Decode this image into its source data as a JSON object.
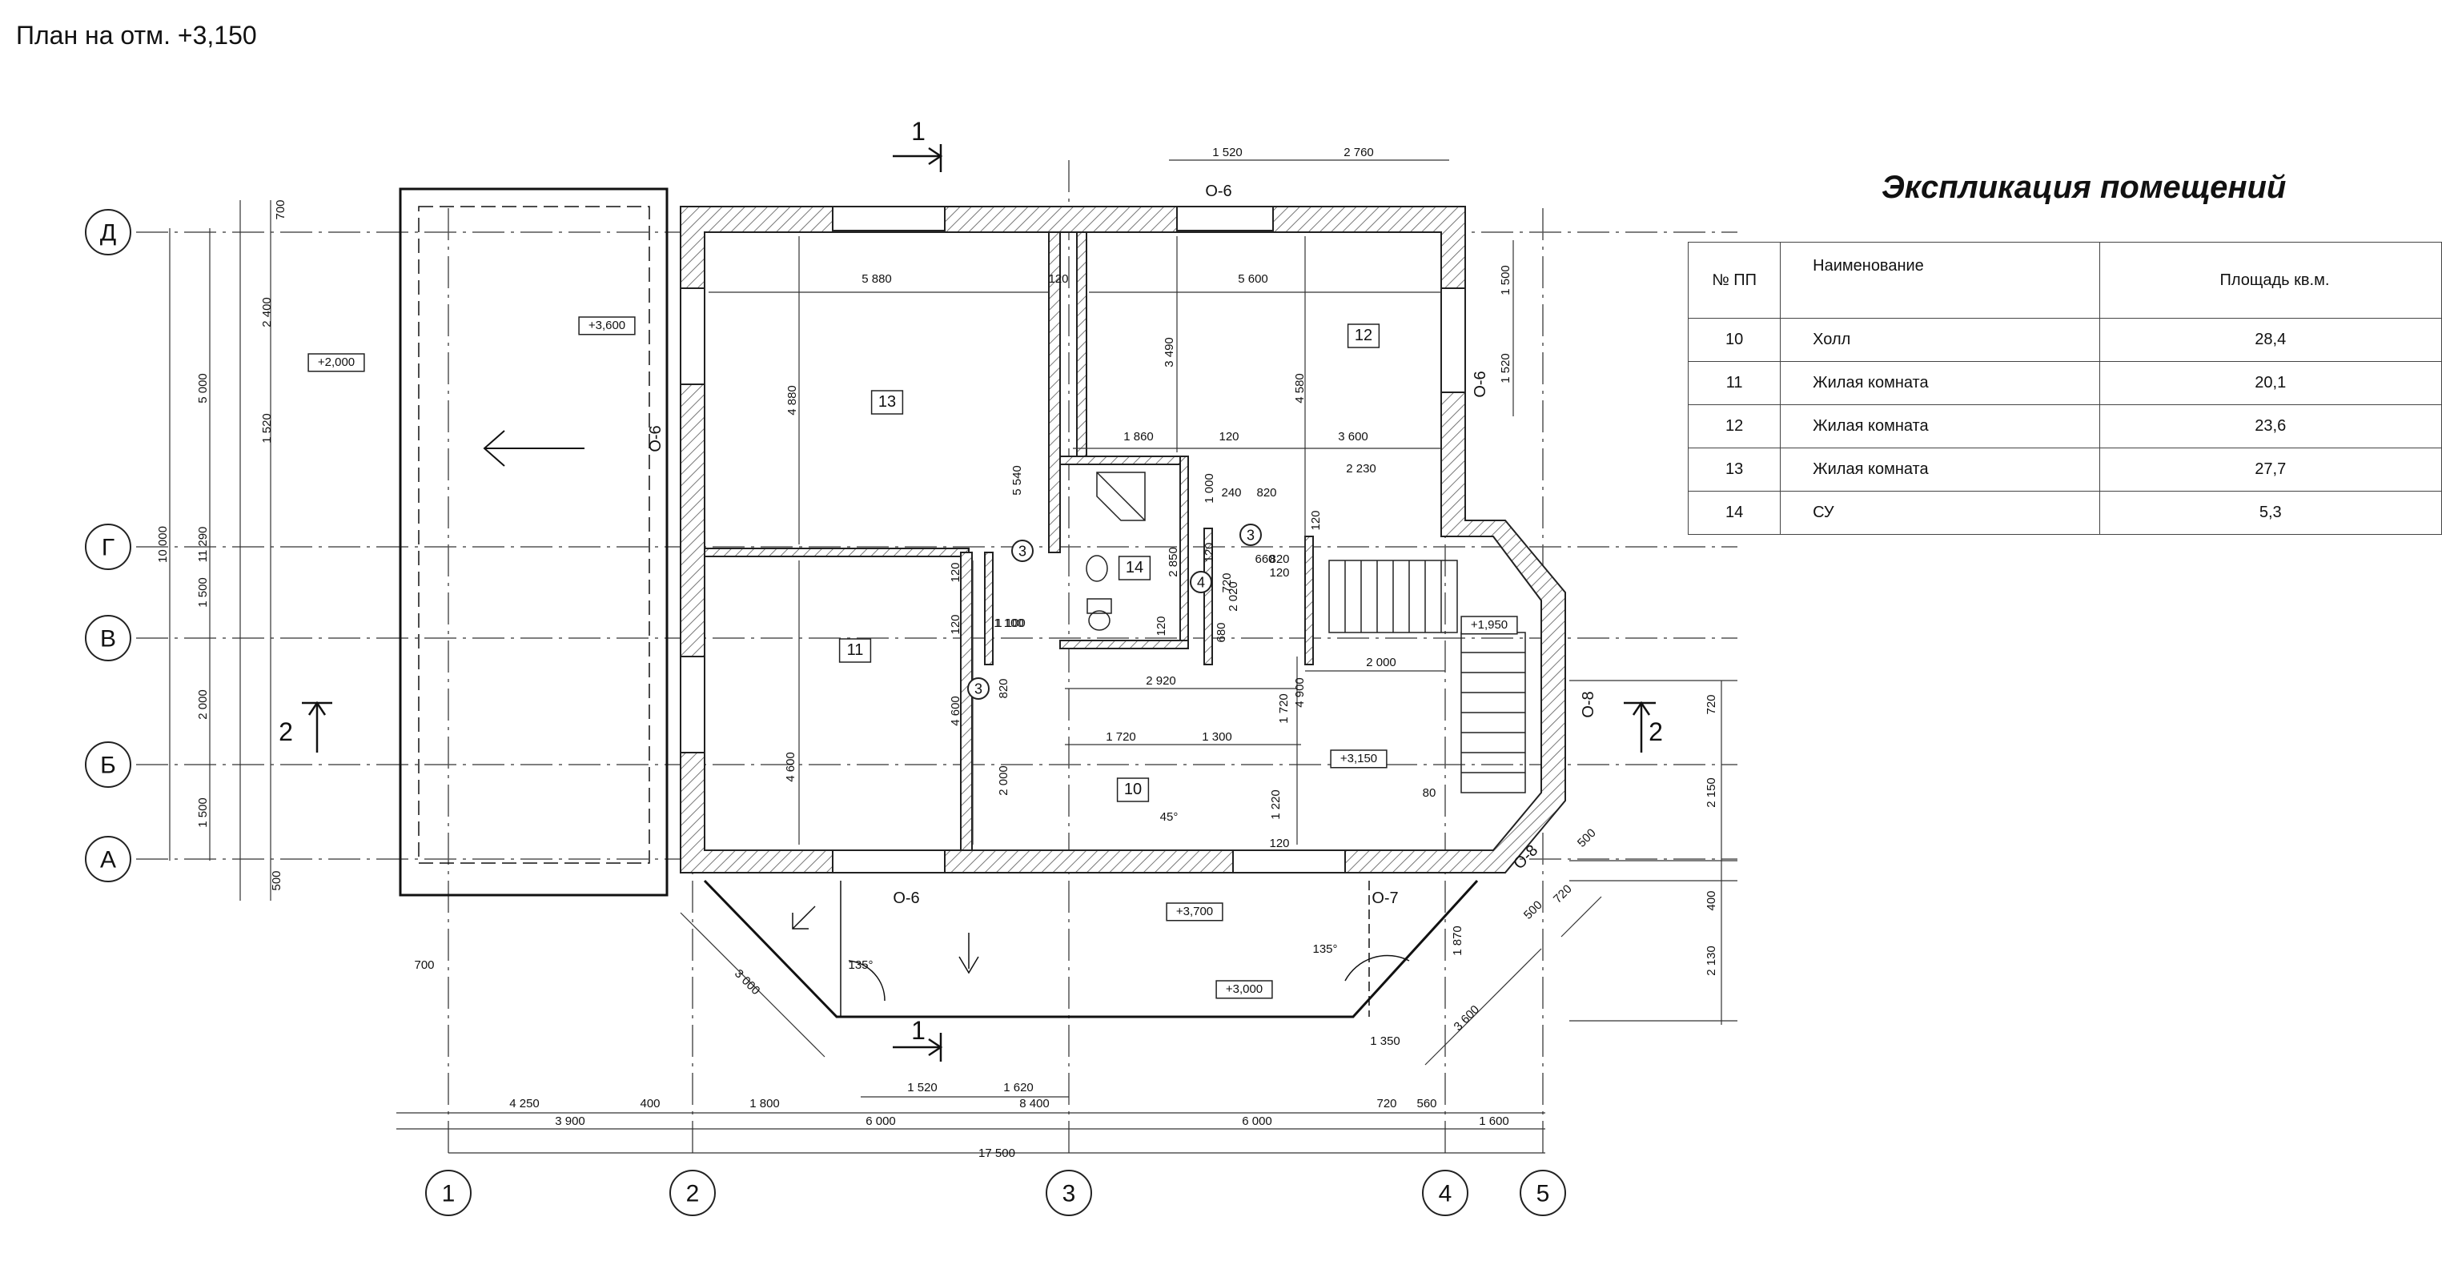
{
  "title": "План на отм. +3,150",
  "explication": {
    "title": "Экспликация помещений",
    "headers": [
      "№ ПП",
      "Наименование",
      "Площадь кв.м."
    ],
    "rows": [
      {
        "no": "10",
        "name": "Холл",
        "area": "28,4"
      },
      {
        "no": "11",
        "name": "Жилая комната",
        "area": "20,1"
      },
      {
        "no": "12",
        "name": "Жилая комната",
        "area": "23,6"
      },
      {
        "no": "13",
        "name": "Жилая комната",
        "area": "27,7"
      },
      {
        "no": "14",
        "name": "СУ",
        "area": "5,3"
      }
    ]
  },
  "axes": {
    "vertical": [
      "1",
      "2",
      "3",
      "4",
      "5"
    ],
    "horizontal": [
      "Д",
      "Г",
      "В",
      "Б",
      "А"
    ]
  },
  "rooms": [
    "10",
    "11",
    "12",
    "13",
    "14"
  ],
  "wall_marks": [
    "О-6",
    "О-6",
    "О-6",
    "О-6",
    "О-7",
    "О-8",
    "О-8"
  ],
  "door_marks": [
    "3",
    "3",
    "3",
    "3",
    "4"
  ],
  "levels": [
    "+3,600",
    "+2,000",
    "+3,150",
    "+1,950",
    "+3,700",
    "+3,000"
  ],
  "sections": [
    "1",
    "1",
    "2",
    "2"
  ],
  "angles": [
    "135°",
    "135°",
    "45°"
  ],
  "dims": {
    "top": [
      "1 520",
      "2 760"
    ],
    "left": [
      "700",
      "2 400",
      "5 000",
      "1 520",
      "10 000",
      "11 290",
      "1 500",
      "2 000",
      "1 500",
      "500"
    ],
    "right": [
      "1 500",
      "1 520",
      "720",
      "2 150",
      "400",
      "2 130"
    ],
    "inner": [
      "5 880",
      "120",
      "5 600",
      "4 880",
      "3 490",
      "4 580",
      "5 540",
      "1 860",
      "120",
      "3 600",
      "2 230",
      "120",
      "1 000",
      "240",
      "820",
      "120",
      "820",
      "120",
      "2 850",
      "660",
      "720",
      "1 100",
      "2 020",
      "680",
      "120",
      "1 100",
      "120",
      "120",
      "4 600",
      "820",
      "4 600",
      "2 920",
      "2 000",
      "4 900",
      "1 720",
      "1 720",
      "1 300",
      "2 000",
      "1 220",
      "120",
      "80"
    ],
    "lower": [
      "700",
      "3 000",
      "1 870",
      "3 600",
      "500",
      "720",
      "500",
      "1 350"
    ],
    "bottom_row1": [
      "1 520",
      "1 620"
    ],
    "bottom_row2": [
      "4 250",
      "400",
      "1 800",
      "8 400",
      "720",
      "560"
    ],
    "bottom_row3": [
      "3 900",
      "6 000",
      "6 000",
      "1 600"
    ],
    "bottom_total": "17 500"
  }
}
